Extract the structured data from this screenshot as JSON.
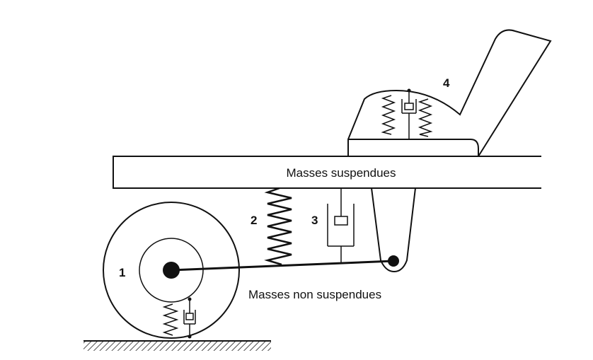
{
  "labels": {
    "sprung_mass": "Masses suspendues",
    "unsprung_mass": "Masses non suspendues"
  },
  "markers": {
    "wheel": "1",
    "spring": "2",
    "damper": "3",
    "seat": "4"
  },
  "colors": {
    "ink": "#111111",
    "background": "#ffffff"
  }
}
